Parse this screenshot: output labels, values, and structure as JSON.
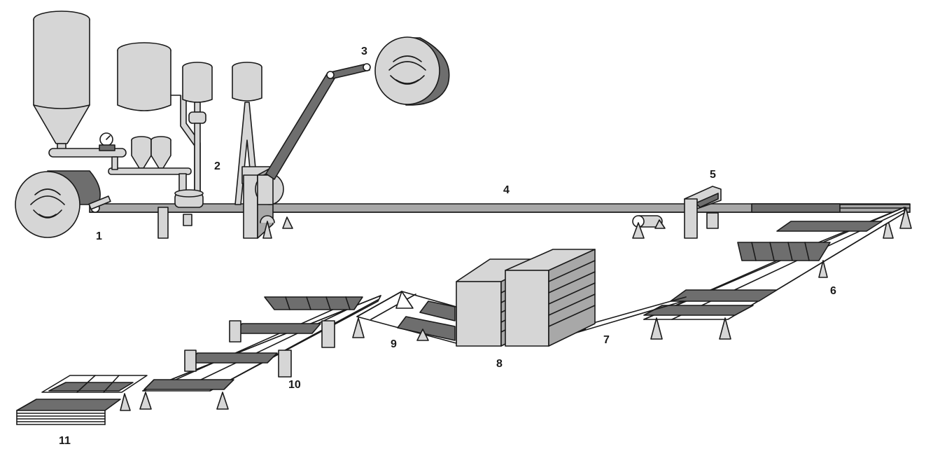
{
  "colors": {
    "light": "#d6d6d6",
    "mid": "#a8a8a8",
    "dark": "#6e6e6e",
    "outline": "#1a1a1a",
    "background": "#ffffff"
  },
  "labels": [
    {
      "id": "1",
      "text": "1"
    },
    {
      "id": "2",
      "text": "2"
    },
    {
      "id": "3",
      "text": "3"
    },
    {
      "id": "4",
      "text": "4"
    },
    {
      "id": "5",
      "text": "5"
    },
    {
      "id": "6",
      "text": "6"
    },
    {
      "id": "7",
      "text": "7"
    },
    {
      "id": "8",
      "text": "8"
    },
    {
      "id": "9",
      "text": "9"
    },
    {
      "id": "10",
      "text": "10"
    },
    {
      "id": "11",
      "text": "11"
    }
  ]
}
